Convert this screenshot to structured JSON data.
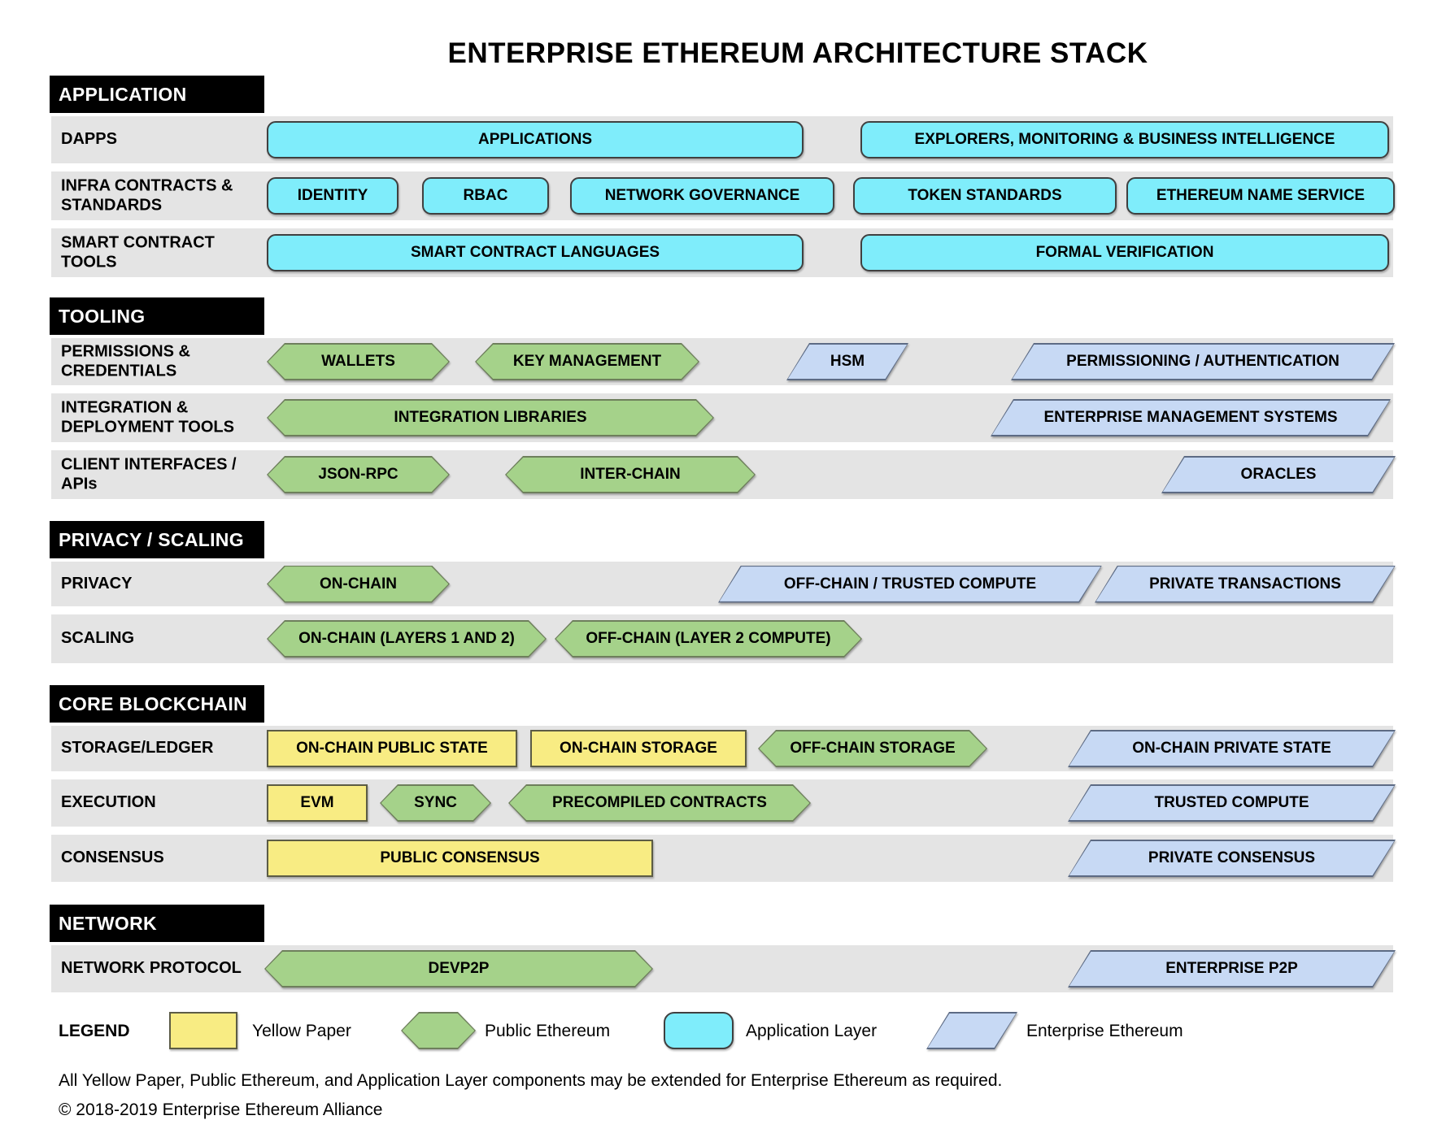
{
  "title": "ENTERPRISE ETHEREUM ARCHITECTURE STACK",
  "colors": {
    "yellow_paper": "#F8EC83",
    "public_ethereum": "#A5D28A",
    "application_layer": "#7FEDFB",
    "enterprise_ethereum": "#C7D9F4",
    "row_band": "#e4e4e4",
    "section_header_bg": "#000000"
  },
  "sections": [
    {
      "name": "APPLICATION",
      "rows": [
        {
          "label": "DAPPS",
          "items": [
            {
              "text": "APPLICATIONS",
              "type": "application-layer"
            },
            {
              "text": "EXPLORERS, MONITORING & BUSINESS INTELLIGENCE",
              "type": "application-layer"
            }
          ]
        },
        {
          "label": "INFRA CONTRACTS & STANDARDS",
          "items": [
            {
              "text": "IDENTITY",
              "type": "application-layer"
            },
            {
              "text": "RBAC",
              "type": "application-layer"
            },
            {
              "text": "NETWORK GOVERNANCE",
              "type": "application-layer"
            },
            {
              "text": "TOKEN STANDARDS",
              "type": "application-layer"
            },
            {
              "text": "ETHEREUM NAME SERVICE",
              "type": "application-layer"
            }
          ]
        },
        {
          "label": "SMART CONTRACT TOOLS",
          "items": [
            {
              "text": "SMART CONTRACT LANGUAGES",
              "type": "application-layer"
            },
            {
              "text": "FORMAL VERIFICATION",
              "type": "application-layer"
            }
          ]
        }
      ]
    },
    {
      "name": "TOOLING",
      "rows": [
        {
          "label": "PERMISSIONS & CREDENTIALS",
          "items": [
            {
              "text": "WALLETS",
              "type": "public-ethereum"
            },
            {
              "text": "KEY MANAGEMENT",
              "type": "public-ethereum"
            },
            {
              "text": "HSM",
              "type": "enterprise-ethereum"
            },
            {
              "text": "PERMISSIONING / AUTHENTICATION",
              "type": "enterprise-ethereum"
            }
          ]
        },
        {
          "label": "INTEGRATION & DEPLOYMENT TOOLS",
          "items": [
            {
              "text": "INTEGRATION LIBRARIES",
              "type": "public-ethereum"
            },
            {
              "text": "ENTERPRISE MANAGEMENT SYSTEMS",
              "type": "enterprise-ethereum"
            }
          ]
        },
        {
          "label": "CLIENT INTERFACES / APIs",
          "items": [
            {
              "text": "JSON-RPC",
              "type": "public-ethereum"
            },
            {
              "text": "INTER-CHAIN",
              "type": "public-ethereum"
            },
            {
              "text": "ORACLES",
              "type": "enterprise-ethereum"
            }
          ]
        }
      ]
    },
    {
      "name": "PRIVACY / SCALING",
      "rows": [
        {
          "label": "PRIVACY",
          "items": [
            {
              "text": "ON-CHAIN",
              "type": "public-ethereum"
            },
            {
              "text": "OFF-CHAIN / TRUSTED COMPUTE",
              "type": "enterprise-ethereum"
            },
            {
              "text": "PRIVATE TRANSACTIONS",
              "type": "enterprise-ethereum"
            }
          ]
        },
        {
          "label": "SCALING",
          "items": [
            {
              "text": "ON-CHAIN (LAYERS 1 AND 2)",
              "type": "public-ethereum"
            },
            {
              "text": "OFF-CHAIN (LAYER 2 COMPUTE)",
              "type": "public-ethereum"
            }
          ]
        }
      ]
    },
    {
      "name": "CORE BLOCKCHAIN",
      "rows": [
        {
          "label": "STORAGE/LEDGER",
          "items": [
            {
              "text": "ON-CHAIN PUBLIC STATE",
              "type": "yellow-paper"
            },
            {
              "text": "ON-CHAIN STORAGE",
              "type": "yellow-paper"
            },
            {
              "text": "OFF-CHAIN STORAGE",
              "type": "public-ethereum"
            },
            {
              "text": "ON-CHAIN PRIVATE STATE",
              "type": "enterprise-ethereum"
            }
          ]
        },
        {
          "label": "EXECUTION",
          "items": [
            {
              "text": "EVM",
              "type": "yellow-paper"
            },
            {
              "text": "SYNC",
              "type": "public-ethereum"
            },
            {
              "text": "PRECOMPILED CONTRACTS",
              "type": "public-ethereum"
            },
            {
              "text": "TRUSTED COMPUTE",
              "type": "enterprise-ethereum"
            }
          ]
        },
        {
          "label": "CONSENSUS",
          "items": [
            {
              "text": "PUBLIC CONSENSUS",
              "type": "yellow-paper"
            },
            {
              "text": "PRIVATE CONSENSUS",
              "type": "enterprise-ethereum"
            }
          ]
        }
      ]
    },
    {
      "name": "NETWORK",
      "rows": [
        {
          "label": "NETWORK PROTOCOL",
          "items": [
            {
              "text": "DEVP2P",
              "type": "public-ethereum"
            },
            {
              "text": "ENTERPRISE P2P",
              "type": "enterprise-ethereum"
            }
          ]
        }
      ]
    }
  ],
  "legend": {
    "label": "LEGEND",
    "items": [
      {
        "text": "Yellow Paper",
        "swatch": "yellow-rectangle"
      },
      {
        "text": "Public Ethereum",
        "swatch": "green-hexagon"
      },
      {
        "text": "Application Layer",
        "swatch": "cyan-rounded-rectangle"
      },
      {
        "text": "Enterprise Ethereum",
        "swatch": "blue-parallelogram"
      }
    ]
  },
  "footnote": "All Yellow Paper, Public Ethereum, and Application Layer components may be extended for Enterprise Ethereum as required.",
  "copyright": "© 2018-2019 Enterprise Ethereum Alliance"
}
